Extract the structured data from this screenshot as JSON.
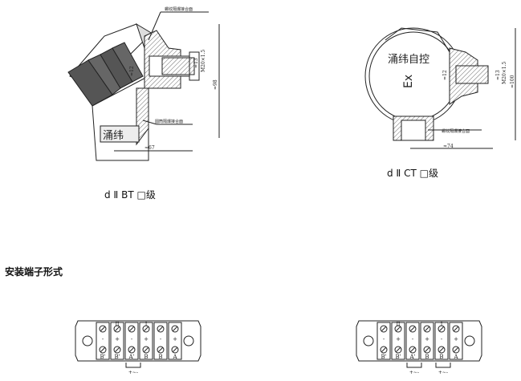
{
  "left_drawing": {
    "thread_joint_label": "螺纹隔爆接合面",
    "cylinder_joint_label": "圆筒隔爆接合面",
    "brand": "涌纬",
    "dim_width": "≈67",
    "dim_height": "≈98",
    "dim_inner": "≈12",
    "dim_outer": "≈13",
    "thread": "M20×1.5",
    "caption": "d Ⅱ BT □级"
  },
  "right_drawing": {
    "brand": "涌纬自控",
    "ex_mark": "Ex",
    "thread_joint_label": "螺纹隔爆接合面",
    "dim_width": "≈74",
    "dim_height": "≈100",
    "dim_inner": "≈12",
    "dim_outer": "≈13",
    "thread": "M20×1.5",
    "caption": "d Ⅱ CT □级"
  },
  "section_title": "安装端子形式",
  "terminal_left": {
    "top_signs": [
      "-",
      "+",
      "-",
      "+",
      "-",
      "+"
    ],
    "bottom_labels": [
      "B'",
      "B'",
      "A'",
      "B",
      "B",
      "A"
    ],
    "group_labels": [
      "",
      "II",
      "",
      "I",
      "",
      ""
    ],
    "polarity": "+∼-"
  },
  "terminal_right": {
    "top_signs": [
      "-",
      "+",
      "-",
      "+",
      "-",
      "+"
    ],
    "bottom_labels": [
      "B'",
      "B'",
      "A'",
      "B",
      "B",
      "A"
    ],
    "group_labels": [
      "",
      "II",
      "",
      "",
      "I",
      ""
    ],
    "polarity": "+∼-"
  }
}
